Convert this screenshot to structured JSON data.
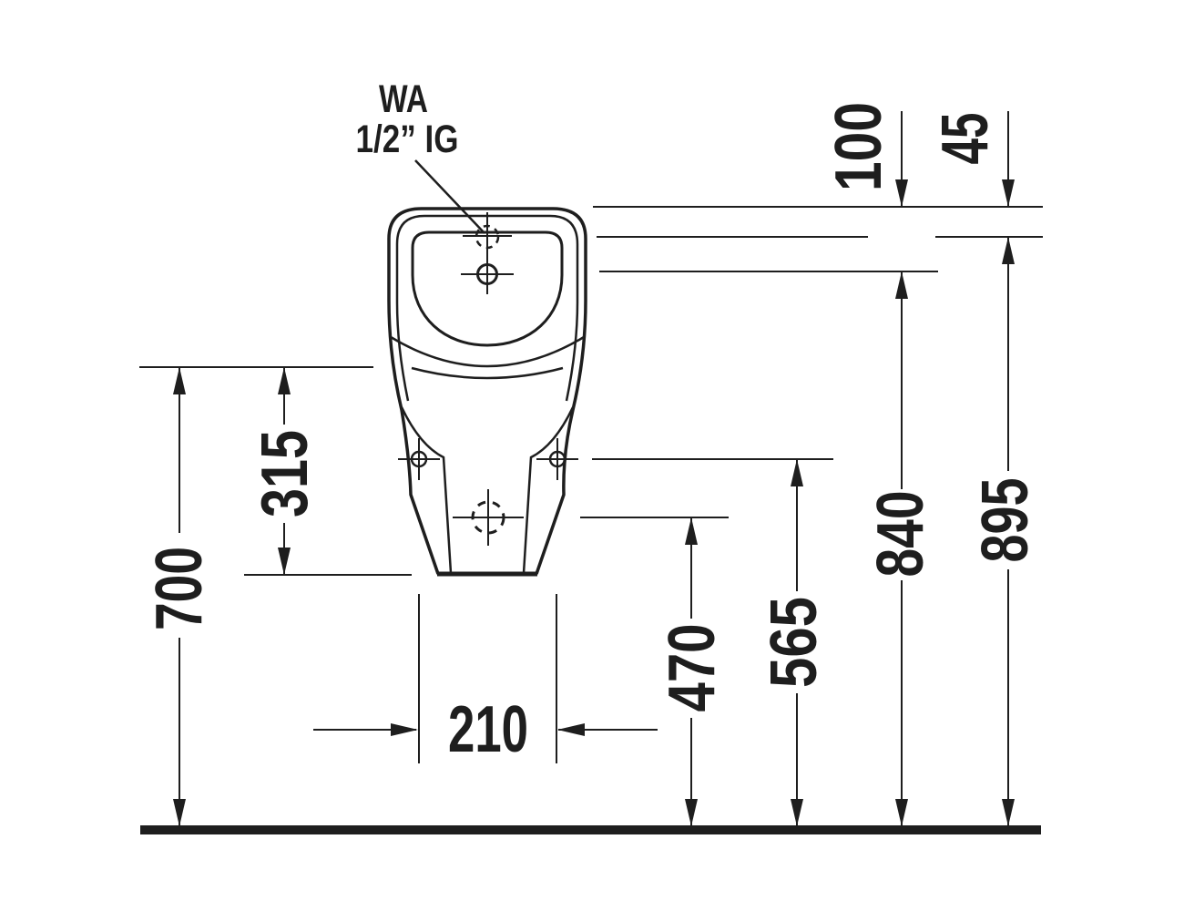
{
  "drawing": {
    "type": "technical installation dimension drawing",
    "subject": "wall-mounted urinal, front view",
    "connection_label": {
      "line1": "WA",
      "line2": "1/2” IG"
    },
    "dimensions_mm": {
      "water_connection_offset_from_top": "45",
      "upper_hole_offset_from_top": "100",
      "water_connection_above_floor": "895",
      "upper_hole_above_floor": "840",
      "rim_above_floor": "700",
      "rim_to_lower_edge": "315",
      "fixing_holes_above_floor": "565",
      "outlet_above_floor": "470",
      "fixing_hole_spacing": "210"
    },
    "colors": {
      "ink": "#1e1e1e",
      "background": "#ffffff"
    }
  }
}
